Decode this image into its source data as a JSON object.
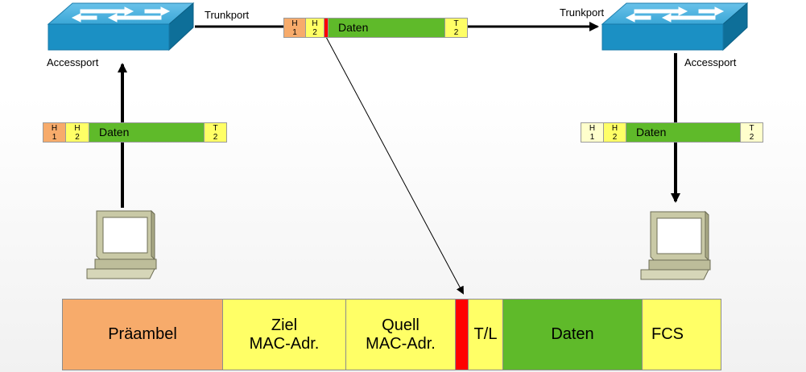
{
  "labels": {
    "trunk_left": "Trunkport",
    "trunk_right": "Trunkport",
    "access_left": "Accessport",
    "access_right": "Accessport"
  },
  "frame_small": {
    "h1_line1": "H",
    "h1_line2": "1",
    "h2_line1": "H",
    "h2_line2": "2",
    "data": "Daten",
    "t2_line1": "T",
    "t2_line2": "2"
  },
  "ethernet_frame": {
    "preamble": "Präambel",
    "dest_line1": "Ziel",
    "dest_line2": "MAC-Adr.",
    "src_line1": "Quell",
    "src_line2": "MAC-Adr.",
    "type_len": "T/L",
    "data": "Daten",
    "fcs": "FCS"
  },
  "colors": {
    "header1": "#f7ab6b",
    "header2": "#ffff66",
    "data": "#5fba2a",
    "vlan_tag": "#ff0000",
    "switch": "#3aa6d6"
  },
  "icons": [
    "switch-icon",
    "computer-icon"
  ]
}
